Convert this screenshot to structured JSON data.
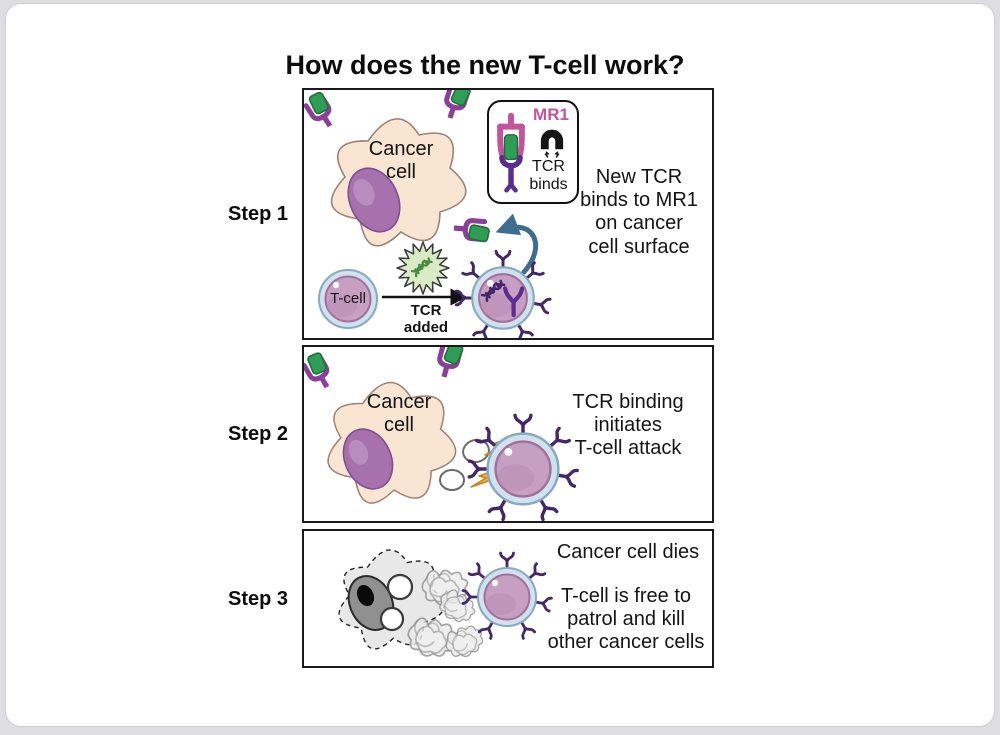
{
  "title": "How does the new T-cell work?",
  "colors": {
    "mr1_pink": "#c2549e",
    "receptor_purple": "#8b3f98",
    "tcr_dark_purple": "#42276b",
    "antigen_green": "#2f9e54",
    "cancer_cell_fill": "#fae5d3",
    "nucleus_purple": "#a671ad",
    "tcell_ring_blue": "#cfe2ee",
    "tcell_body_pink": "#c79fc3",
    "attack_bolt_yellow": "#f4b23a",
    "binding_arrow_blue": "#3e6d92",
    "dead_cell_gray": "#e8e8e8"
  },
  "steps": [
    {
      "label": "Step 1",
      "cancer_cell_label": "Cancer\ncell",
      "inset": {
        "mr1_label": "MR1",
        "tcr_binds_label": "TCR\nbinds"
      },
      "tcell_label": "T-cell",
      "tcr_added_label": "TCR\nadded",
      "description": "New TCR\nbinds to MR1\non cancer\ncell surface"
    },
    {
      "label": "Step 2",
      "cancer_cell_label": "Cancer\ncell",
      "description": "TCR binding\ninitiates\nT-cell attack"
    },
    {
      "label": "Step 3",
      "description_line1": "Cancer cell dies",
      "description_line2": "T-cell is free to\npatrol and kill\nother cancer cells"
    }
  ]
}
